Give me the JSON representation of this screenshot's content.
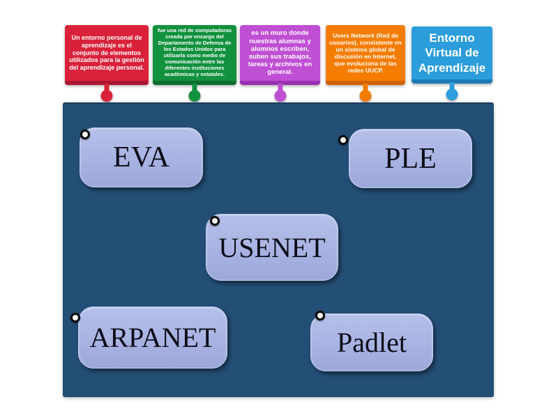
{
  "activity": {
    "type": "match-up",
    "description": "Drag-and-drop matching game connecting definitions to terms"
  },
  "colors": {
    "page_bg": "#ffffff",
    "panel_bg": "#234e76",
    "answer_box_fill": "#aab5e2",
    "answer_text": "#0c0c18",
    "pin_fill": "#ffffff",
    "pin_ring": "#0a0a0a",
    "clue_red": "#d92139",
    "clue_red_dark": "#ac1530",
    "clue_green": "#12913e",
    "clue_green_dark": "#0b6e2e",
    "clue_purple": "#bf4fd3",
    "clue_purple_dark": "#9a2fb2",
    "clue_orange": "#f47c00",
    "clue_orange_dark": "#d26200",
    "clue_blue": "#2b9ddb",
    "clue_blue_dark": "#1a7ab4",
    "clue_text": "#ffffff"
  },
  "clues": [
    {
      "color_name": "red",
      "text": "Un entorno personal de aprendizaje es el conjunto de elementos utilizados para la gestión del aprendizaje personal."
    },
    {
      "color_name": "green",
      "text": "fue una red de computadoras creada por encargo del Departamento de Defensa de los Estados Unidos para utilizarla como medio de comunicación entre las diferentes instituciones académicas y estatales."
    },
    {
      "color_name": "purple",
      "text": "es un muro donde nuestras alumnas y alumnos escriben, suben sus trabajos, tareas y archivos en general."
    },
    {
      "color_name": "orange",
      "text": "Users Network (Red de usuarios), consistente en un sistema global de discusión en Internet, que evoluciona de las redes UUCP."
    },
    {
      "color_name": "blue",
      "text": "Entorno Virtual de Aprendizaje"
    }
  ],
  "answers": [
    {
      "label": "EVA"
    },
    {
      "label": "PLE"
    },
    {
      "label": "USENET"
    },
    {
      "label": "ARPANET"
    },
    {
      "label": "Padlet"
    }
  ]
}
